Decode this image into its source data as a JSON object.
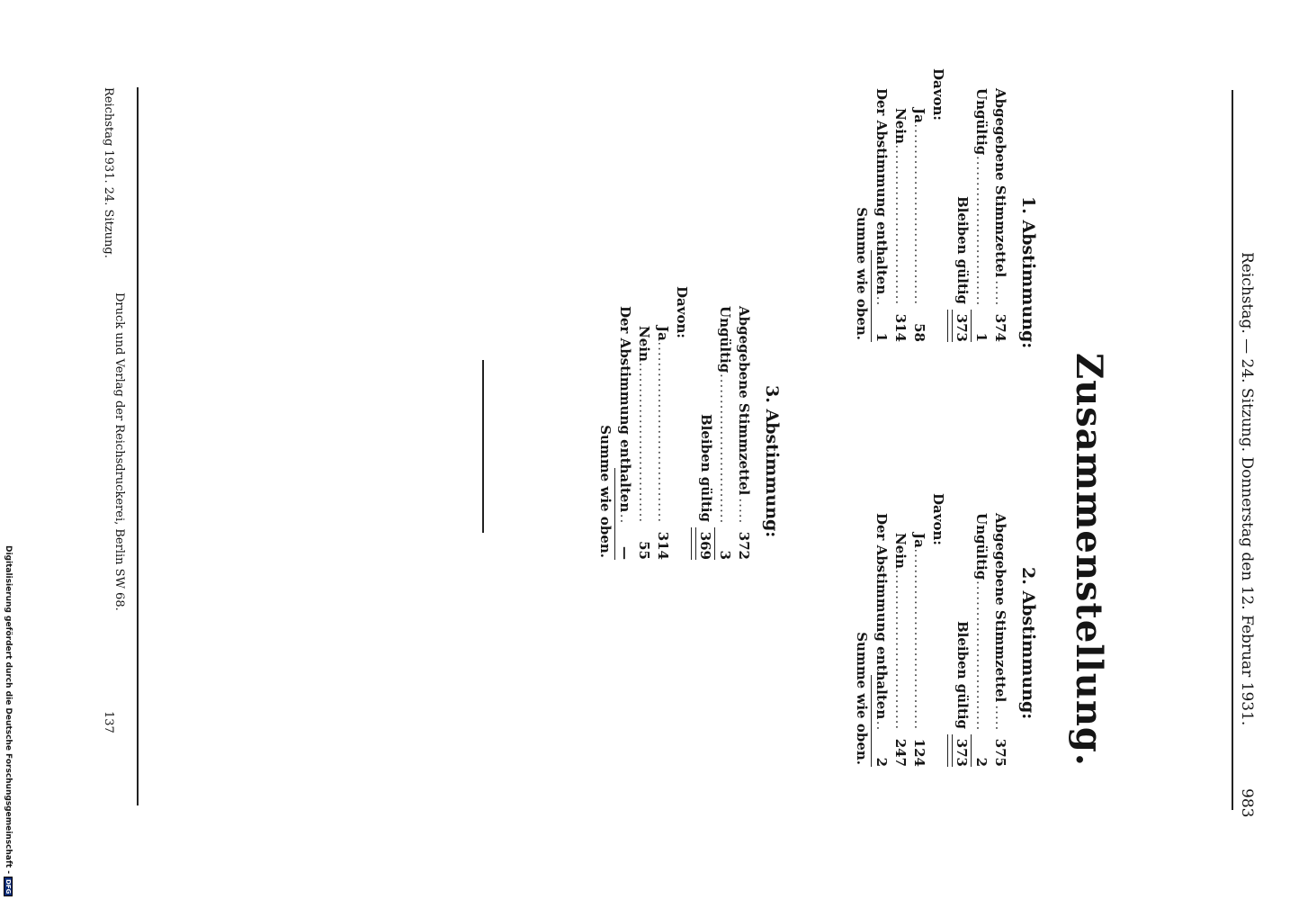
{
  "header": {
    "running_title": "Reichstag. — 24. Sitzung. Donnerstag den 12. Februar 1931.",
    "page_number": "983"
  },
  "title": "Zusammenstellung.",
  "votes": [
    {
      "heading": "1. Abstimmung:",
      "submitted_label": "Abgegebene Stimmzettel",
      "submitted": "374",
      "invalid_label": "Ungültig",
      "invalid": "1",
      "valid_label": "Bleiben gültig",
      "valid": "373",
      "davon_label": "Davon:",
      "yes_label": "Ja",
      "yes": "58",
      "no_label": "Nein",
      "no": "314",
      "abstain_label": "Der Abstimmung enthalten",
      "abstain": "1",
      "sum_label": "Summe wie oben."
    },
    {
      "heading": "2. Abstimmung:",
      "submitted_label": "Abgegebene Stimmzettel",
      "submitted": "375",
      "invalid_label": "Ungültig",
      "invalid": "2",
      "valid_label": "Bleiben gültig",
      "valid": "373",
      "davon_label": "Davon:",
      "yes_label": "Ja",
      "yes": "124",
      "no_label": "Nein",
      "no": "247",
      "abstain_label": "Der Abstimmung enthalten",
      "abstain": "2",
      "sum_label": "Summe wie oben."
    },
    {
      "heading": "3. Abstimmung:",
      "submitted_label": "Abgegebene Stimmzettel",
      "submitted": "372",
      "invalid_label": "Ungültig",
      "invalid": "3",
      "valid_label": "Bleiben gültig",
      "valid": "369",
      "davon_label": "Davon:",
      "yes_label": "Ja",
      "yes": "314",
      "no_label": "Nein",
      "no": "55",
      "abstain_label": "Der Abstimmung enthalten",
      "abstain": "—",
      "sum_label": "Summe wie oben."
    }
  ],
  "footer": {
    "left": "Reichstag 1931. 24. Sitzung.",
    "center": "Druck und Verlag der Reichsdruckerei, Berlin SW 68.",
    "right": "137"
  },
  "side_note": {
    "text": "Digitalisierung gefördert durch die Deutsche Forschungsgemeinschaft -",
    "logo": "DFG"
  }
}
